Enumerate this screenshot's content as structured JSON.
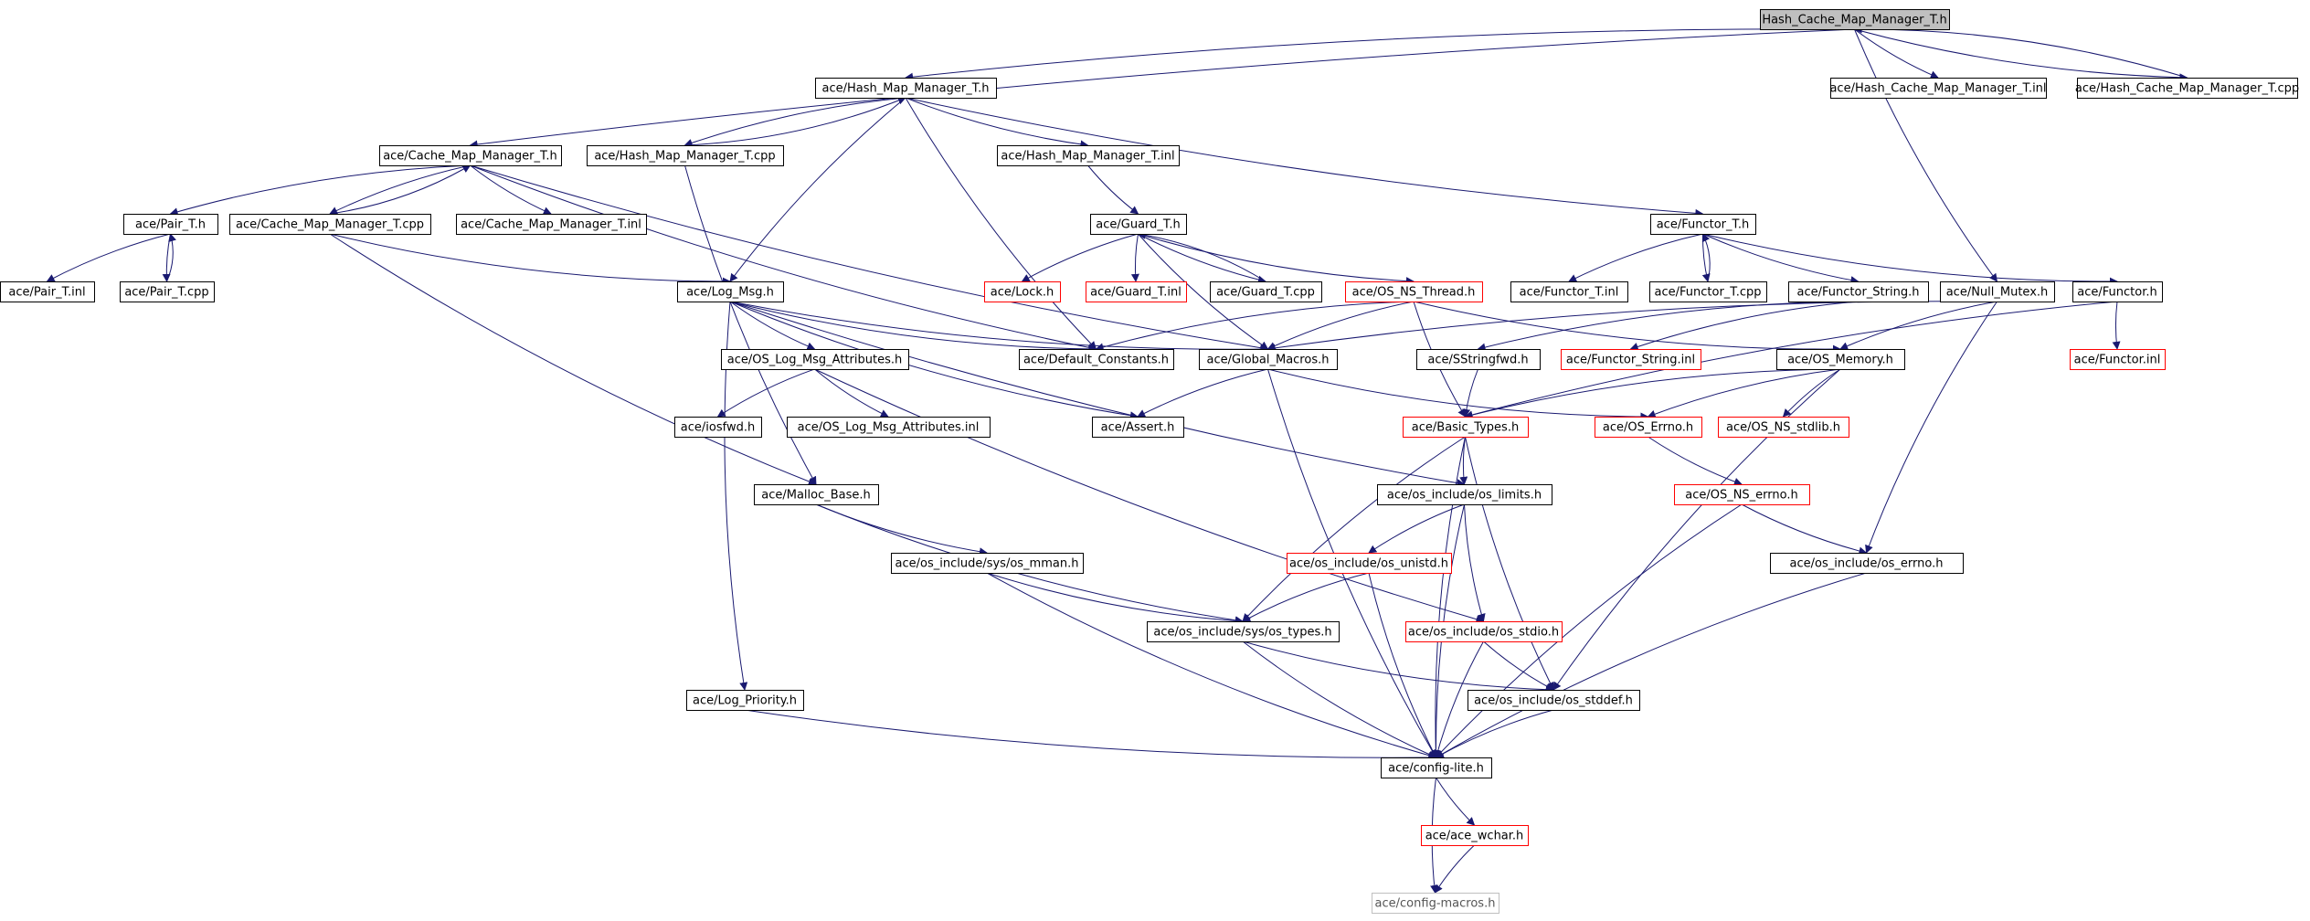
{
  "colors": {
    "edge": "#191970",
    "border_black": "#000000",
    "border_red": "#ff0000",
    "border_grey": "#bfbfbf",
    "fill_root": "#bfbfbf",
    "fill_default": "#ffffff",
    "text": "#000000",
    "text_grey": "#555555"
  },
  "graph": {
    "nodes": [
      {
        "id": "root",
        "label": "Hash_Cache_Map_Manager_T.h",
        "style": "root"
      },
      {
        "id": "hmm_h",
        "label": "ace/Hash_Map_Manager_T.h",
        "style": "black"
      },
      {
        "id": "hcmm_inl",
        "label": "ace/Hash_Cache_Map_Manager_T.inl",
        "style": "black"
      },
      {
        "id": "hcmm_cpp",
        "label": "ace/Hash_Cache_Map_Manager_T.cpp",
        "style": "black"
      },
      {
        "id": "cmm_h",
        "label": "ace/Cache_Map_Manager_T.h",
        "style": "black"
      },
      {
        "id": "hmm_cpp",
        "label": "ace/Hash_Map_Manager_T.cpp",
        "style": "black"
      },
      {
        "id": "hmm_inl",
        "label": "ace/Hash_Map_Manager_T.inl",
        "style": "black"
      },
      {
        "id": "pair_h",
        "label": "ace/Pair_T.h",
        "style": "black"
      },
      {
        "id": "cmm_cpp",
        "label": "ace/Cache_Map_Manager_T.cpp",
        "style": "black"
      },
      {
        "id": "cmm_inl",
        "label": "ace/Cache_Map_Manager_T.inl",
        "style": "black"
      },
      {
        "id": "guard_h",
        "label": "ace/Guard_T.h",
        "style": "black"
      },
      {
        "id": "functor_t_h",
        "label": "ace/Functor_T.h",
        "style": "black"
      },
      {
        "id": "pair_inl",
        "label": "ace/Pair_T.inl",
        "style": "black"
      },
      {
        "id": "pair_cpp",
        "label": "ace/Pair_T.cpp",
        "style": "black"
      },
      {
        "id": "log_msg",
        "label": "ace/Log_Msg.h",
        "style": "black"
      },
      {
        "id": "lock_h",
        "label": "ace/Lock.h",
        "style": "red"
      },
      {
        "id": "guard_inl",
        "label": "ace/Guard_T.inl",
        "style": "red"
      },
      {
        "id": "guard_cpp",
        "label": "ace/Guard_T.cpp",
        "style": "black"
      },
      {
        "id": "os_ns_thread",
        "label": "ace/OS_NS_Thread.h",
        "style": "red"
      },
      {
        "id": "functor_t_inl",
        "label": "ace/Functor_T.inl",
        "style": "black"
      },
      {
        "id": "functor_t_cpp",
        "label": "ace/Functor_T.cpp",
        "style": "black"
      },
      {
        "id": "functor_string_h",
        "label": "ace/Functor_String.h",
        "style": "black"
      },
      {
        "id": "null_mutex",
        "label": "ace/Null_Mutex.h",
        "style": "black"
      },
      {
        "id": "functor_h",
        "label": "ace/Functor.h",
        "style": "black"
      },
      {
        "id": "os_log_attr_h",
        "label": "ace/OS_Log_Msg_Attributes.h",
        "style": "black"
      },
      {
        "id": "default_constants",
        "label": "ace/Default_Constants.h",
        "style": "black"
      },
      {
        "id": "global_macros",
        "label": "ace/Global_Macros.h",
        "style": "black"
      },
      {
        "id": "sstringfwd",
        "label": "ace/SStringfwd.h",
        "style": "black"
      },
      {
        "id": "functor_string_inl",
        "label": "ace/Functor_String.inl",
        "style": "red"
      },
      {
        "id": "os_memory",
        "label": "ace/OS_Memory.h",
        "style": "black"
      },
      {
        "id": "functor_inl",
        "label": "ace/Functor.inl",
        "style": "red"
      },
      {
        "id": "iosfwd",
        "label": "ace/iosfwd.h",
        "style": "black"
      },
      {
        "id": "os_log_attr_inl",
        "label": "ace/OS_Log_Msg_Attributes.inl",
        "style": "black"
      },
      {
        "id": "assert_h",
        "label": "ace/Assert.h",
        "style": "black"
      },
      {
        "id": "basic_types",
        "label": "ace/Basic_Types.h",
        "style": "red"
      },
      {
        "id": "os_errno",
        "label": "ace/OS_Errno.h",
        "style": "red"
      },
      {
        "id": "os_ns_stdlib",
        "label": "ace/OS_NS_stdlib.h",
        "style": "red"
      },
      {
        "id": "malloc_base",
        "label": "ace/Malloc_Base.h",
        "style": "black"
      },
      {
        "id": "os_limits",
        "label": "ace/os_include/os_limits.h",
        "style": "black"
      },
      {
        "id": "os_ns_errno",
        "label": "ace/OS_NS_errno.h",
        "style": "red"
      },
      {
        "id": "sys_mman",
        "label": "ace/os_include/sys/os_mman.h",
        "style": "black"
      },
      {
        "id": "os_unistd",
        "label": "ace/os_include/os_unistd.h",
        "style": "red"
      },
      {
        "id": "os_errno_h",
        "label": "ace/os_include/os_errno.h",
        "style": "black"
      },
      {
        "id": "sys_types",
        "label": "ace/os_include/sys/os_types.h",
        "style": "black"
      },
      {
        "id": "os_stdio",
        "label": "ace/os_include/os_stdio.h",
        "style": "red"
      },
      {
        "id": "log_priority",
        "label": "ace/Log_Priority.h",
        "style": "black"
      },
      {
        "id": "os_stddef",
        "label": "ace/os_include/os_stddef.h",
        "style": "black"
      },
      {
        "id": "config_lite",
        "label": "ace/config-lite.h",
        "style": "black"
      },
      {
        "id": "ace_wchar",
        "label": "ace/ace_wchar.h",
        "style": "red"
      },
      {
        "id": "config_macros",
        "label": "ace/config-macros.h",
        "style": "grey"
      }
    ],
    "edges": [
      [
        "root",
        "hmm_h"
      ],
      [
        "root",
        "hcmm_inl"
      ],
      [
        "root",
        "hcmm_cpp"
      ],
      [
        "root",
        "cmm_h"
      ],
      [
        "root",
        "null_mutex"
      ],
      [
        "hcmm_cpp",
        "root"
      ],
      [
        "hmm_h",
        "hmm_cpp"
      ],
      [
        "hmm_h",
        "hmm_inl"
      ],
      [
        "hmm_h",
        "functor_t_h"
      ],
      [
        "hmm_h",
        "log_msg"
      ],
      [
        "hmm_h",
        "default_constants"
      ],
      [
        "hmm_cpp",
        "hmm_h"
      ],
      [
        "hmm_cpp",
        "malloc_base"
      ],
      [
        "hmm_inl",
        "guard_h"
      ],
      [
        "cmm_h",
        "pair_h"
      ],
      [
        "cmm_h",
        "cmm_cpp"
      ],
      [
        "cmm_h",
        "cmm_inl"
      ],
      [
        "cmm_h",
        "default_constants"
      ],
      [
        "cmm_h",
        "global_macros"
      ],
      [
        "cmm_cpp",
        "cmm_h"
      ],
      [
        "cmm_cpp",
        "log_msg"
      ],
      [
        "cmm_cpp",
        "malloc_base"
      ],
      [
        "pair_h",
        "pair_inl"
      ],
      [
        "pair_h",
        "pair_cpp"
      ],
      [
        "pair_cpp",
        "pair_h"
      ],
      [
        "guard_h",
        "lock_h"
      ],
      [
        "guard_h",
        "guard_inl"
      ],
      [
        "guard_h",
        "guard_cpp"
      ],
      [
        "guard_h",
        "os_ns_thread"
      ],
      [
        "guard_h",
        "global_macros"
      ],
      [
        "guard_cpp",
        "guard_h"
      ],
      [
        "os_ns_thread",
        "default_constants"
      ],
      [
        "os_ns_thread",
        "global_macros"
      ],
      [
        "os_ns_thread",
        "basic_types"
      ],
      [
        "os_ns_thread",
        "os_memory"
      ],
      [
        "functor_t_h",
        "functor_t_inl"
      ],
      [
        "functor_t_h",
        "functor_t_cpp"
      ],
      [
        "functor_t_h",
        "functor_string_h"
      ],
      [
        "functor_t_h",
        "functor_h"
      ],
      [
        "functor_t_cpp",
        "functor_t_h"
      ],
      [
        "functor_string_h",
        "sstringfwd"
      ],
      [
        "functor_string_h",
        "functor_string_inl"
      ],
      [
        "functor_h",
        "functor_inl"
      ],
      [
        "functor_h",
        "basic_types"
      ],
      [
        "null_mutex",
        "global_macros"
      ],
      [
        "null_mutex",
        "os_memory"
      ],
      [
        "null_mutex",
        "os_errno_h"
      ],
      [
        "log_msg",
        "os_log_attr_h"
      ],
      [
        "log_msg",
        "default_constants"
      ],
      [
        "log_msg",
        "global_macros"
      ],
      [
        "log_msg",
        "assert_h"
      ],
      [
        "log_msg",
        "os_limits"
      ],
      [
        "log_msg",
        "log_priority"
      ],
      [
        "os_log_attr_h",
        "iosfwd"
      ],
      [
        "os_log_attr_h",
        "os_log_attr_inl"
      ],
      [
        "os_log_attr_h",
        "os_stdio"
      ],
      [
        "global_macros",
        "assert_h"
      ],
      [
        "global_macros",
        "os_errno"
      ],
      [
        "global_macros",
        "config_lite"
      ],
      [
        "sstringfwd",
        "basic_types"
      ],
      [
        "os_memory",
        "basic_types"
      ],
      [
        "os_memory",
        "os_errno"
      ],
      [
        "os_memory",
        "os_ns_stdlib"
      ],
      [
        "os_memory",
        "os_stddef"
      ],
      [
        "basic_types",
        "os_limits"
      ],
      [
        "basic_types",
        "sys_types"
      ],
      [
        "basic_types",
        "os_stddef"
      ],
      [
        "basic_types",
        "config_lite"
      ],
      [
        "os_errno",
        "os_ns_errno"
      ],
      [
        "os_ns_errno",
        "os_errno_h"
      ],
      [
        "os_ns_errno",
        "config_lite"
      ],
      [
        "malloc_base",
        "sys_mman"
      ],
      [
        "malloc_base",
        "sys_types"
      ],
      [
        "os_limits",
        "os_unistd"
      ],
      [
        "os_limits",
        "os_stdio"
      ],
      [
        "os_limits",
        "config_lite"
      ],
      [
        "sys_mman",
        "sys_types"
      ],
      [
        "sys_mman",
        "config_lite"
      ],
      [
        "os_unistd",
        "sys_types"
      ],
      [
        "os_unistd",
        "config_lite"
      ],
      [
        "os_errno_h",
        "config_lite"
      ],
      [
        "sys_types",
        "os_stddef"
      ],
      [
        "sys_types",
        "config_lite"
      ],
      [
        "os_stdio",
        "os_stddef"
      ],
      [
        "os_stdio",
        "config_lite"
      ],
      [
        "log_priority",
        "config_lite"
      ],
      [
        "os_stddef",
        "config_lite"
      ],
      [
        "config_lite",
        "ace_wchar"
      ],
      [
        "config_lite",
        "config_macros"
      ],
      [
        "ace_wchar",
        "config_macros"
      ]
    ]
  }
}
